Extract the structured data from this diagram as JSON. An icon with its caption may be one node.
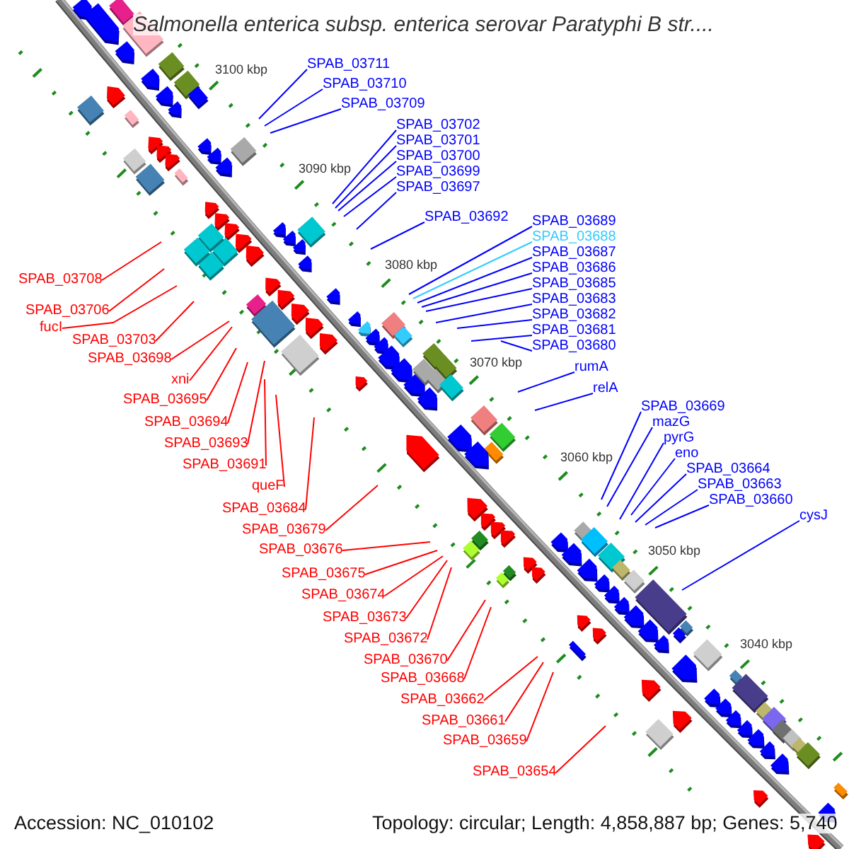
{
  "diagram": {
    "title": "Salmonella enterica subsp. enterica serovar Paratyphi B str....",
    "nodes": [
      {
        "text": [
          "SPAB_03711"
        ]
      },
      {
        "text": [
          "SPAB_03710"
        ]
      },
      {
        "text": [
          "SPAB_03709"
        ]
      },
      {
        "text": [
          "SPAB_03702"
        ]
      },
      {
        "text": [
          "SPAB_03701"
        ]
      },
      {
        "text": [
          "SPAB_03700"
        ]
      },
      {
        "text": [
          "SPAB_03699"
        ]
      },
      {
        "text": [
          "SPAB_03697"
        ]
      },
      {
        "text": [
          "SPAB_03692"
        ]
      },
      {
        "text": [
          "SPAB_03689"
        ]
      },
      {
        "text": [
          "SPAB_03688"
        ]
      },
      {
        "text": [
          "SPAB_03687"
        ]
      },
      {
        "text": [
          "SPAB_03686"
        ]
      },
      {
        "text": [
          "SPAB_03685"
        ]
      },
      {
        "text": [
          "SPAB_03683"
        ]
      },
      {
        "text": [
          "SPAB_03682"
        ]
      },
      {
        "text": [
          "SPAB_03681"
        ]
      },
      {
        "text": [
          "SPAB_03680"
        ]
      },
      {
        "text": [
          "rumA"
        ]
      },
      {
        "text": [
          "relA"
        ]
      },
      {
        "text": [
          "SPAB_03669"
        ]
      },
      {
        "text": [
          "mazG"
        ]
      },
      {
        "text": [
          "pyrG"
        ]
      },
      {
        "text": [
          "eno"
        ]
      },
      {
        "text": [
          "SPAB_03664"
        ]
      },
      {
        "text": [
          "SPAB_03663"
        ]
      },
      {
        "text": [
          "SPAB_03660"
        ]
      },
      {
        "text": [
          "cysJ"
        ]
      },
      {
        "text": [
          "SPAB_03708"
        ]
      },
      {
        "text": [
          "SPAB_03706"
        ]
      },
      {
        "text": [
          "fucI"
        ]
      },
      {
        "text": [
          "SPAB_03703"
        ]
      },
      {
        "text": [
          "SPAB_03698"
        ]
      },
      {
        "text": [
          "xni"
        ]
      },
      {
        "text": [
          "SPAB_03695"
        ]
      },
      {
        "text": [
          "SPAB_03694"
        ]
      },
      {
        "text": [
          "SPAB_03693"
        ]
      },
      {
        "text": [
          "SPAB_03691"
        ]
      },
      {
        "text": [
          "queF"
        ]
      },
      {
        "text": [
          "SPAB_03684"
        ]
      },
      {
        "text": [
          "SPAB_03679"
        ]
      },
      {
        "text": [
          "SPAB_03676"
        ]
      },
      {
        "text": [
          "SPAB_03675"
        ]
      },
      {
        "text": [
          "SPAB_03674"
        ]
      },
      {
        "text": [
          "SPAB_03673"
        ]
      },
      {
        "text": [
          "SPAB_03672"
        ]
      },
      {
        "text": [
          "SPAB_03670"
        ]
      },
      {
        "text": [
          "SPAB_03668"
        ]
      },
      {
        "text": [
          "SPAB_03662"
        ]
      },
      {
        "text": [
          "SPAB_03661"
        ]
      },
      {
        "text": [
          "SPAB_03659"
        ]
      },
      {
        "text": [
          "SPAB_03654"
        ]
      }
    ],
    "edges": [
      {
        "from": 0,
        "to": null,
        "arrow": "none"
      },
      {
        "from": 1,
        "to": null,
        "arrow": "none"
      },
      {
        "from": 2,
        "to": null,
        "arrow": "none"
      },
      {
        "from": 3,
        "to": null,
        "arrow": "none"
      },
      {
        "from": 4,
        "to": null,
        "arrow": "none"
      },
      {
        "from": 5,
        "to": null,
        "arrow": "none"
      },
      {
        "from": 6,
        "to": null,
        "arrow": "none"
      },
      {
        "from": 7,
        "to": null,
        "arrow": "none"
      },
      {
        "from": 8,
        "to": null,
        "arrow": "none"
      },
      {
        "from": 9,
        "to": null,
        "arrow": "none"
      },
      {
        "from": 10,
        "to": null,
        "arrow": "none",
        "color": "#33ccff"
      },
      {
        "from": 11,
        "to": null,
        "arrow": "none"
      },
      {
        "from": 12,
        "to": null,
        "arrow": "none"
      },
      {
        "from": 13,
        "to": null,
        "arrow": "none"
      },
      {
        "from": 14,
        "to": null,
        "arrow": "none"
      },
      {
        "from": 15,
        "to": null,
        "arrow": "none"
      },
      {
        "from": 16,
        "to": null,
        "arrow": "none"
      },
      {
        "from": 17,
        "to": null,
        "arrow": "none"
      },
      {
        "from": 18,
        "to": null,
        "arrow": "none"
      },
      {
        "from": 19,
        "to": null,
        "arrow": "none"
      },
      {
        "from": 20,
        "to": null,
        "arrow": "none"
      },
      {
        "from": 21,
        "to": null,
        "arrow": "none"
      },
      {
        "from": 22,
        "to": null,
        "arrow": "none"
      },
      {
        "from": 23,
        "to": null,
        "arrow": "none"
      },
      {
        "from": 24,
        "to": null,
        "arrow": "none"
      },
      {
        "from": 25,
        "to": null,
        "arrow": "none"
      },
      {
        "from": 26,
        "to": null,
        "arrow": "none"
      },
      {
        "from": 27,
        "to": null,
        "arrow": "none"
      },
      {
        "from": 28,
        "to": null,
        "arrow": "none",
        "color": "#ff0000"
      },
      {
        "from": 29,
        "to": null,
        "arrow": "none",
        "color": "#ff0000"
      },
      {
        "from": 30,
        "to": null,
        "arrow": "none",
        "color": "#ff0000"
      },
      {
        "from": 31,
        "to": null,
        "arrow": "none",
        "color": "#ff0000"
      },
      {
        "from": 32,
        "to": null,
        "arrow": "none",
        "color": "#ff0000"
      },
      {
        "from": 33,
        "to": null,
        "arrow": "none",
        "color": "#ff0000"
      },
      {
        "from": 34,
        "to": null,
        "arrow": "none",
        "color": "#ff0000"
      },
      {
        "from": 35,
        "to": null,
        "arrow": "none",
        "color": "#ff0000"
      },
      {
        "from": 36,
        "to": null,
        "arrow": "none",
        "color": "#ff0000"
      },
      {
        "from": 37,
        "to": null,
        "arrow": "none",
        "color": "#ff0000"
      },
      {
        "from": 38,
        "to": null,
        "arrow": "none",
        "color": "#ff0000"
      },
      {
        "from": 39,
        "to": null,
        "arrow": "none",
        "color": "#ff0000"
      },
      {
        "from": 40,
        "to": null,
        "arrow": "none",
        "color": "#ff0000"
      },
      {
        "from": 41,
        "to": null,
        "arrow": "none",
        "color": "#ff0000"
      },
      {
        "from": 42,
        "to": null,
        "arrow": "none",
        "color": "#ff0000"
      },
      {
        "from": 43,
        "to": null,
        "arrow": "none",
        "color": "#ff0000"
      },
      {
        "from": 44,
        "to": null,
        "arrow": "none",
        "color": "#ff0000"
      },
      {
        "from": 45,
        "to": null,
        "arrow": "none",
        "color": "#ff0000"
      },
      {
        "from": 46,
        "to": null,
        "arrow": "none",
        "color": "#ff0000"
      },
      {
        "from": 47,
        "to": null,
        "arrow": "none",
        "color": "#ff0000"
      },
      {
        "from": 48,
        "to": null,
        "arrow": "none",
        "color": "#ff0000"
      },
      {
        "from": 49,
        "to": null,
        "arrow": "none",
        "color": "#ff0000"
      },
      {
        "from": 50,
        "to": null,
        "arrow": "none",
        "color": "#ff0000"
      },
      {
        "from": 51,
        "to": null,
        "arrow": "none",
        "color": "#ff0000"
      }
    ],
    "labels": [
      "3100 kbp",
      "3090 kbp",
      "3080 kbp",
      "3070 kbp",
      "3060 kbp",
      "3050 kbp",
      "3040 kbp",
      "Accession: NC_010102",
      "Topology: circular; Length: 4,858,887 bp; Genes: 5,740"
    ]
  }
}
